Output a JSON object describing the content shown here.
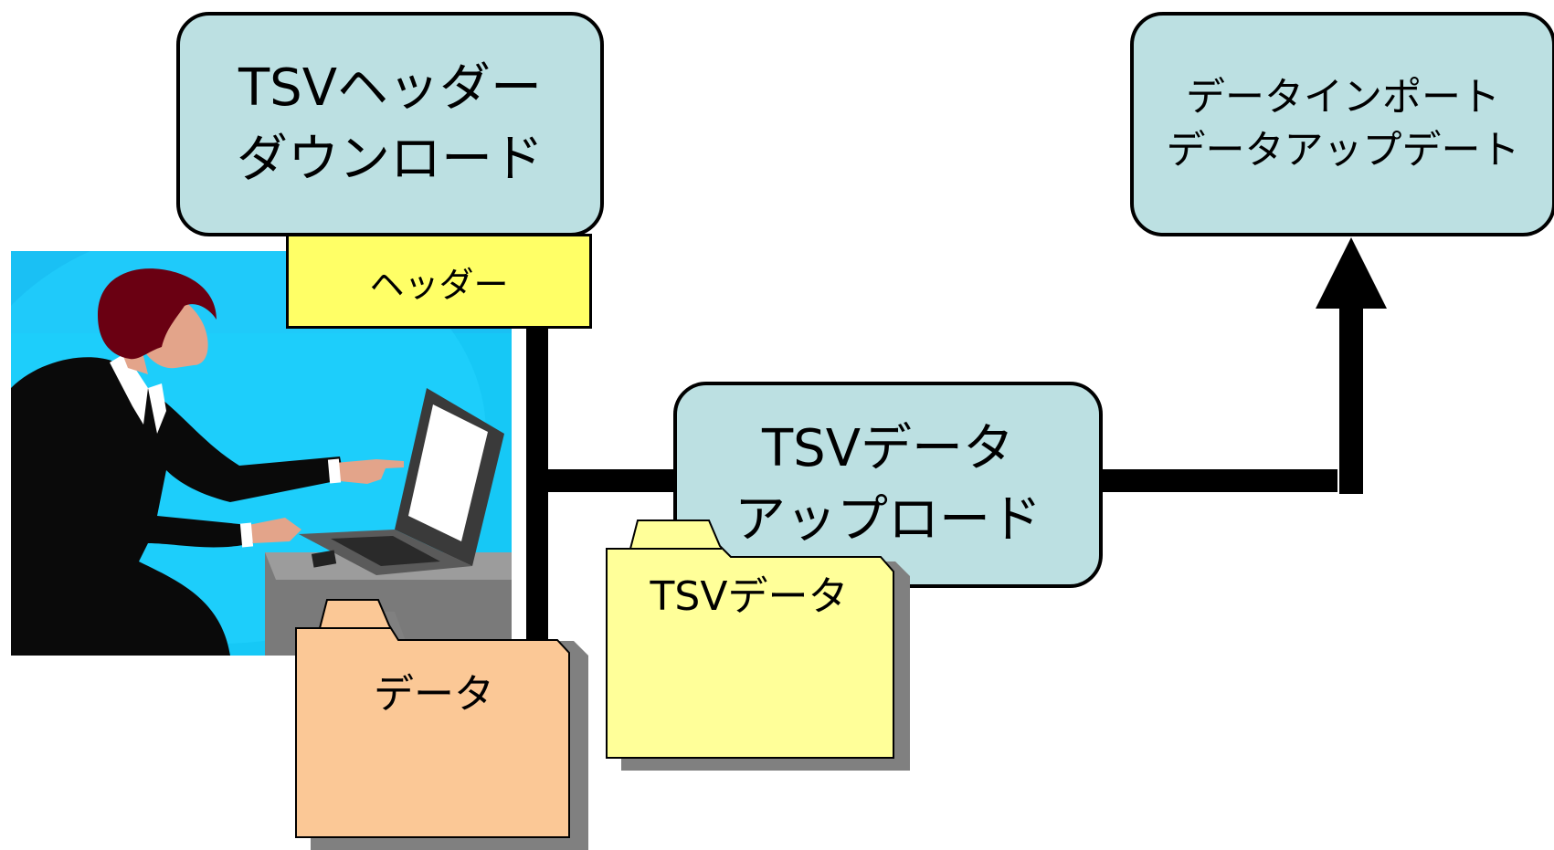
{
  "diagram": {
    "download_box": {
      "line1": "TSVヘッダー",
      "line2": "ダウンロード"
    },
    "header_label": "ヘッダー",
    "upload_box": {
      "line1": "TSVデータ",
      "line2": "アップロード"
    },
    "import_box": {
      "line1": "データインポート",
      "line2": "データアップデート"
    },
    "folder_data": "データ",
    "folder_tsv": "TSVデータ"
  },
  "colors": {
    "box_fill": "#bce0e2",
    "header_label_fill": "#ffff66",
    "folder_data_fill": "#fbc896",
    "folder_tsv_fill": "#ffff99",
    "illustration_bg": "#16c8f6"
  }
}
